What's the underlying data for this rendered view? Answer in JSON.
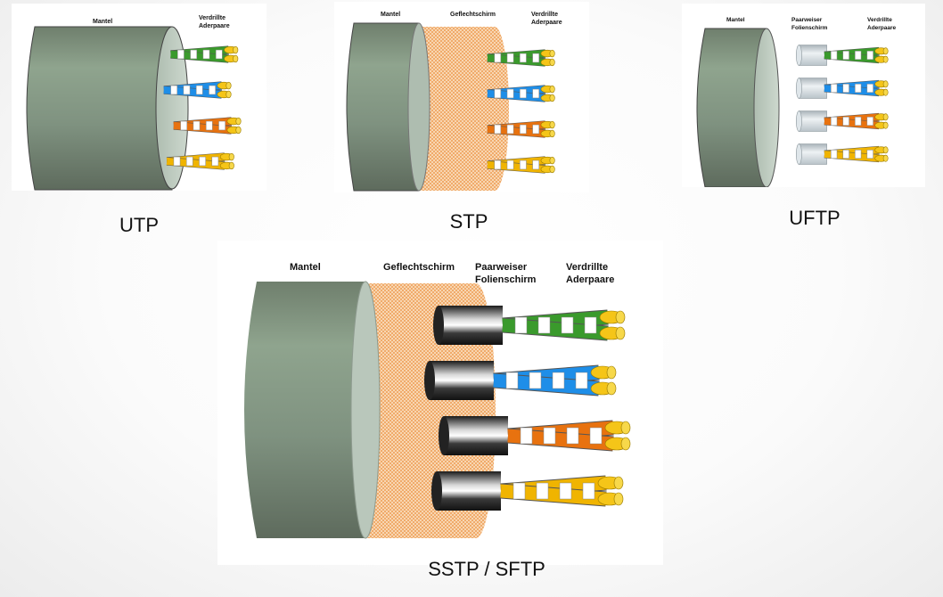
{
  "diagrams": [
    {
      "id": "utp",
      "caption": "UTP",
      "labels": {
        "jacket": "Mantel",
        "pairs_line1": "Verdrillte",
        "pairs_line2": "Aderpaare"
      }
    },
    {
      "id": "stp",
      "caption": "STP",
      "labels": {
        "jacket": "Mantel",
        "braid": "Geflechtschirm",
        "pairs_line1": "Verdrillte",
        "pairs_line2": "Aderpaare"
      }
    },
    {
      "id": "uftp",
      "caption": "UFTP",
      "labels": {
        "jacket": "Mantel",
        "foil_line1": "Paarweiser",
        "foil_line2": "Folienschirm",
        "pairs_line1": "Verdrillte",
        "pairs_line2": "Aderpaare"
      }
    },
    {
      "id": "sftp",
      "caption": "SSTP / SFTP",
      "labels": {
        "jacket": "Mantel",
        "braid": "Geflechtschirm",
        "foil_line1": "Paarweiser",
        "foil_line2": "Folienschirm",
        "pairs_line1": "Verdrillte",
        "pairs_line2": "Aderpaare"
      }
    }
  ],
  "colors": {
    "jacket": "#8fa48e",
    "jacket_dark": "#6e7d6c",
    "braid": "#f2b57a",
    "foil_clear": "#c9d1d6",
    "foil_black": "#222222",
    "pair_green": "#3a9a2c",
    "pair_blue": "#1e8ee8",
    "pair_orange": "#e8720f",
    "pair_yellow": "#f0b400",
    "copper": "#f5c518"
  },
  "icons": [
    "utp-cable-icon",
    "stp-cable-icon",
    "uftp-cable-icon",
    "sftp-cable-icon"
  ]
}
